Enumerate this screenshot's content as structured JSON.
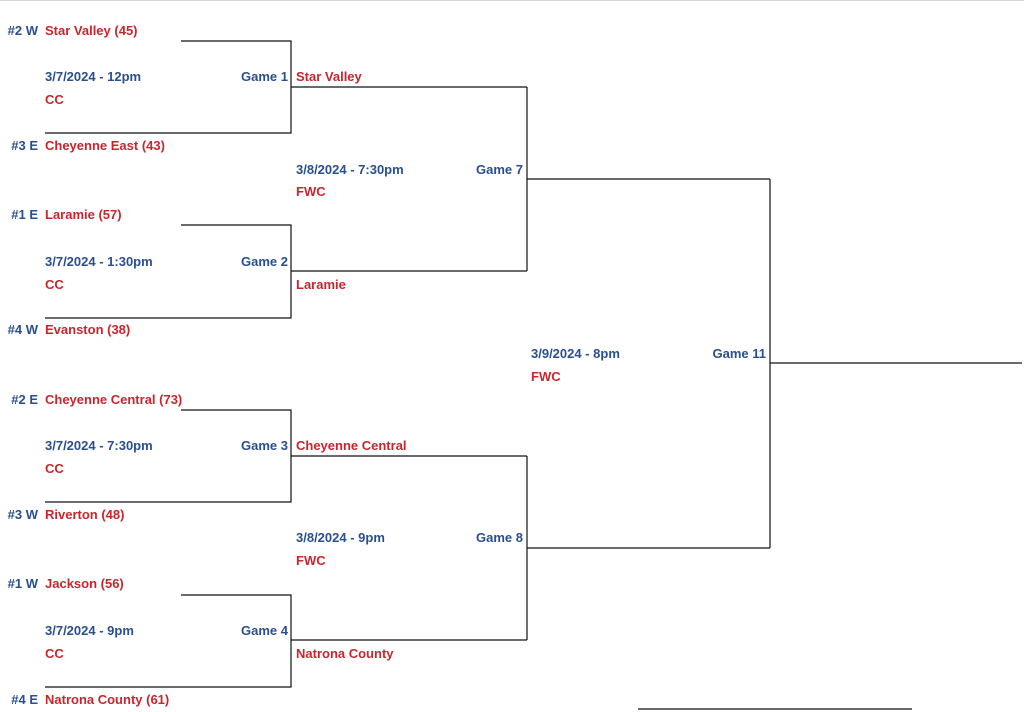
{
  "seeds": [
    {
      "seed": "#2 W",
      "team": "Star Valley (45)"
    },
    {
      "seed": "#3 E",
      "team": "Cheyenne East (43)"
    },
    {
      "seed": "#1 E",
      "team": "Laramie (57)"
    },
    {
      "seed": "#4 W",
      "team": "Evanston (38)"
    },
    {
      "seed": "#2 E",
      "team": "Cheyenne Central (73)"
    },
    {
      "seed": "#3 W",
      "team": "Riverton (48)"
    },
    {
      "seed": "#1 W",
      "team": "Jackson (56)"
    },
    {
      "seed": "#4 E",
      "team": "Natrona County (61)"
    }
  ],
  "round1": [
    {
      "game": "Game 1",
      "datetime": "3/7/2024 - 12pm",
      "venue": "CC",
      "winner": "Star Valley"
    },
    {
      "game": "Game 2",
      "datetime": "3/7/2024 - 1:30pm",
      "venue": "CC",
      "winner": "Laramie"
    },
    {
      "game": "Game 3",
      "datetime": "3/7/2024 - 7:30pm",
      "venue": "CC",
      "winner": "Cheyenne Central"
    },
    {
      "game": "Game 4",
      "datetime": "3/7/2024 - 9pm",
      "venue": "CC",
      "winner": "Natrona County"
    }
  ],
  "round2": [
    {
      "game": "Game 7",
      "datetime": "3/8/2024 - 7:30pm",
      "venue": "FWC"
    },
    {
      "game": "Game 8",
      "datetime": "3/8/2024 - 9pm",
      "venue": "FWC"
    }
  ],
  "final": {
    "game": "Game 11",
    "datetime": "3/9/2024 - 8pm",
    "venue": "FWC"
  },
  "colors": {
    "label_blue": "#2a4f8f",
    "team_red": "#c8262d",
    "line": "#111111"
  }
}
